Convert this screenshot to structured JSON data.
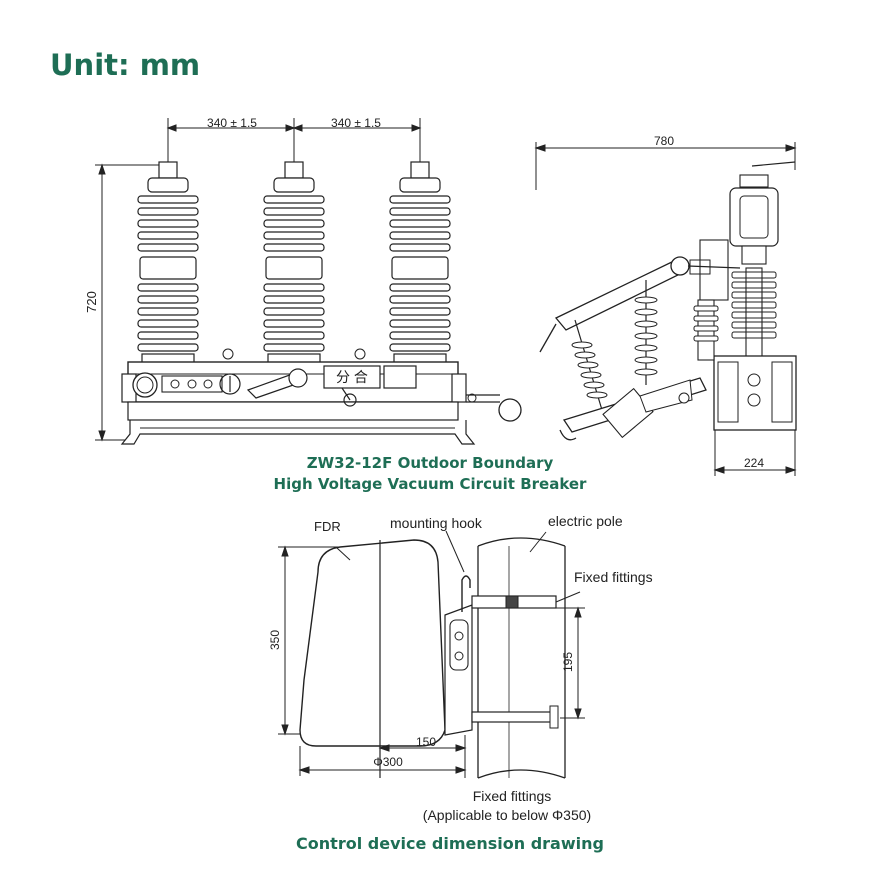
{
  "title": "Unit: mm",
  "breaker": {
    "caption_line1": "ZW32-12F Outdoor Boundary",
    "caption_line2": "High Voltage Vacuum Circuit Breaker",
    "dim_spacing_1": "340 ± 1.5",
    "dim_spacing_2": "340 ± 1.5",
    "dim_height": "720",
    "dim_depth": "780",
    "dim_base": "224",
    "panel_label": "分 合"
  },
  "control": {
    "caption": "Control device dimension drawing",
    "label_fdr": "FDR",
    "label_hook": "mounting hook",
    "label_pole": "electric pole",
    "label_fixed": "Fixed fittings",
    "label_fixed_bottom": "Fixed fittings",
    "label_applicable": "(Applicable to below Φ350)",
    "dim_height": "350",
    "dim_spacing": "195",
    "dim_offset": "150",
    "dim_diameter": "Φ300"
  },
  "colors": {
    "accent": "#1e6e55",
    "line": "#222222"
  }
}
